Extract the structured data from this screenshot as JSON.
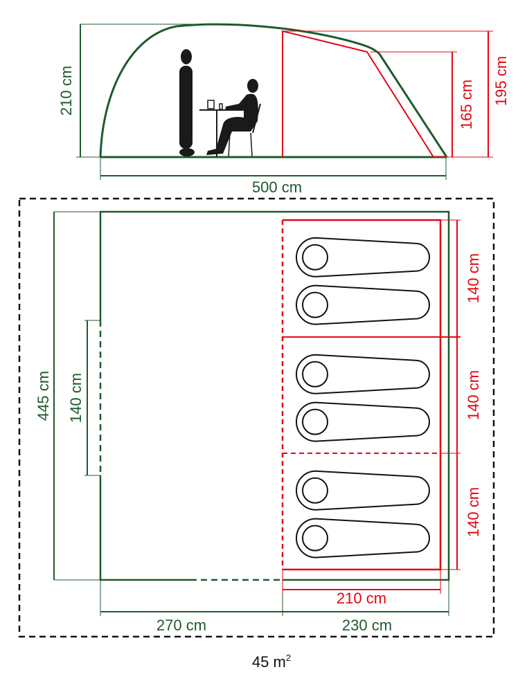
{
  "colors": {
    "outer": "#1d5a2b",
    "inner": "#e30613",
    "figure": "#1a1a1a"
  },
  "side_view": {
    "height_total": "210 cm",
    "length": "500 cm",
    "height_inner_low": "165 cm",
    "height_inner_high": "195 cm"
  },
  "floor_plan": {
    "depth": "445 cm",
    "door_width": "140 cm",
    "room_widths": [
      "140 cm",
      "140 cm",
      "140 cm"
    ],
    "bedroom_length": "210 cm",
    "living_length": "270 cm",
    "sleeping_length": "230 cm",
    "sleeping_bags": 6
  },
  "area": {
    "value": "45 m",
    "unit_sup": "2"
  }
}
